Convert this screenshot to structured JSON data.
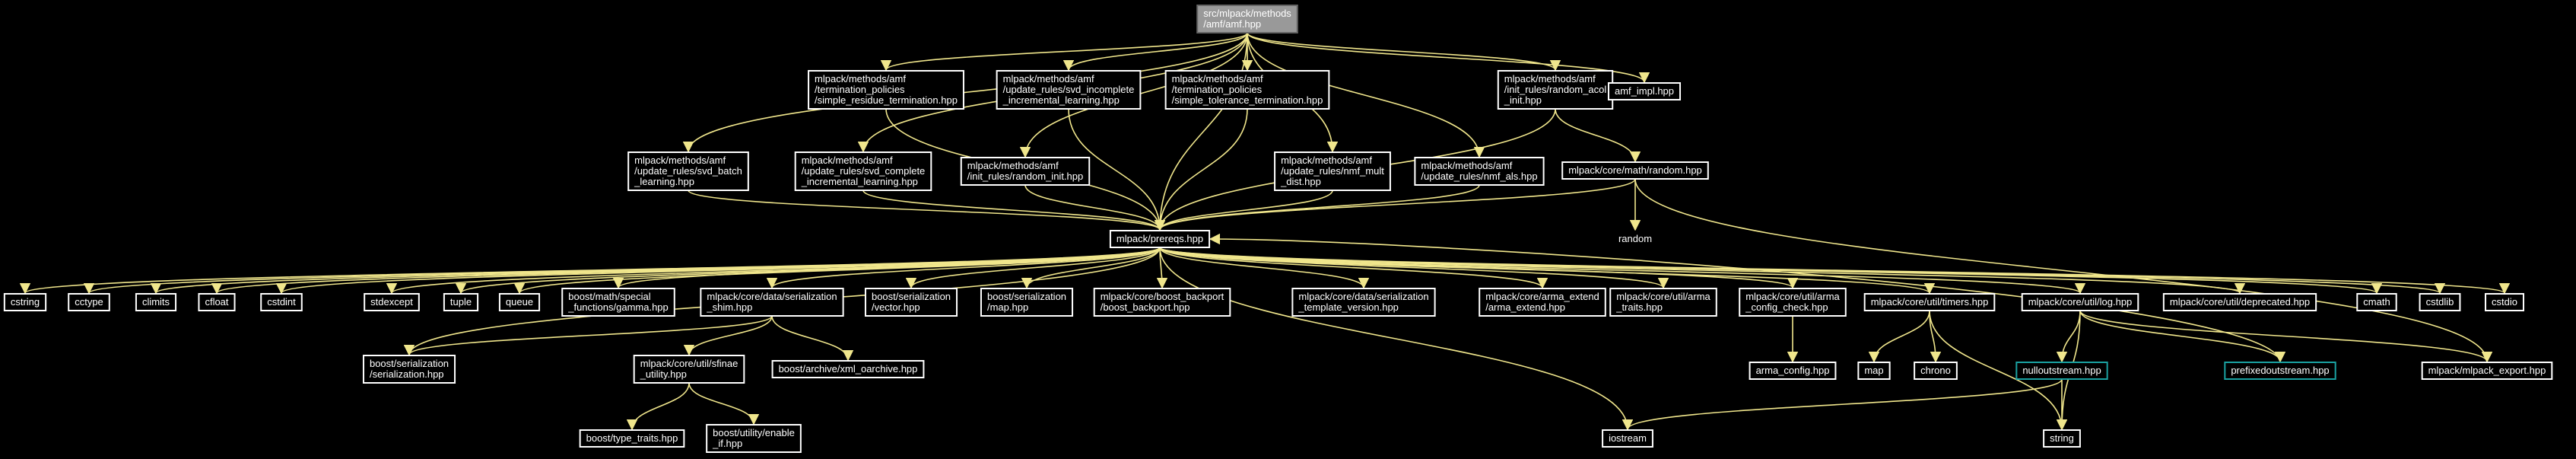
{
  "colors": {
    "background": "#000000",
    "edge": "#f0e68c",
    "node_fill": "#000000",
    "node_text": "#ffffff",
    "root_fill": "#999999",
    "root_border": "#666666",
    "node_border": "#ffffff",
    "highlight_border": "#1aa1a1"
  },
  "nodes": [
    {
      "id": "amf",
      "lines": [
        "src/mlpack/methods",
        "/amf/amf.hpp"
      ],
      "style": "root"
    },
    {
      "id": "sres",
      "lines": [
        "mlpack/methods/amf",
        "/termination_policies",
        "/simple_residue_termination.hpp"
      ]
    },
    {
      "id": "svdinc",
      "lines": [
        "mlpack/methods/amf",
        "/update_rules/svd_incomplete",
        "_incremental_learning.hpp"
      ]
    },
    {
      "id": "stol",
      "lines": [
        "mlpack/methods/amf",
        "/termination_policies",
        "/simple_tolerance_termination.hpp"
      ]
    },
    {
      "id": "racol",
      "lines": [
        "mlpack/methods/amf",
        "/init_rules/random_acol",
        "_init.hpp"
      ]
    },
    {
      "id": "amfimpl",
      "lines": [
        "amf_impl.hpp"
      ]
    },
    {
      "id": "svdbatch",
      "lines": [
        "mlpack/methods/amf",
        "/update_rules/svd_batch",
        "_learning.hpp"
      ]
    },
    {
      "id": "svdcomp",
      "lines": [
        "mlpack/methods/amf",
        "/update_rules/svd_complete",
        "_incremental_learning.hpp"
      ]
    },
    {
      "id": "rinit",
      "lines": [
        "mlpack/methods/amf",
        "/init_rules/random_init.hpp"
      ]
    },
    {
      "id": "nmfmult",
      "lines": [
        "mlpack/methods/amf",
        "/update_rules/nmf_mult",
        "_dist.hpp"
      ]
    },
    {
      "id": "nmfals",
      "lines": [
        "mlpack/methods/amf",
        "/update_rules/nmf_als.hpp"
      ]
    },
    {
      "id": "mrandom",
      "lines": [
        "mlpack/core/math/random.hpp"
      ]
    },
    {
      "id": "prereqs",
      "lines": [
        "mlpack/prereqs.hpp"
      ]
    },
    {
      "id": "random",
      "lines": [
        "random"
      ],
      "style": "plain"
    },
    {
      "id": "cstring",
      "lines": [
        "cstring"
      ]
    },
    {
      "id": "cctype",
      "lines": [
        "cctype"
      ]
    },
    {
      "id": "climits",
      "lines": [
        "climits"
      ]
    },
    {
      "id": "cfloat",
      "lines": [
        "cfloat"
      ]
    },
    {
      "id": "cstdint",
      "lines": [
        "cstdint"
      ]
    },
    {
      "id": "stdexcept",
      "lines": [
        "stdexcept"
      ]
    },
    {
      "id": "tuple",
      "lines": [
        "tuple"
      ]
    },
    {
      "id": "queue",
      "lines": [
        "queue"
      ]
    },
    {
      "id": "gamma",
      "lines": [
        "boost/math/special",
        "_functions/gamma.hpp"
      ]
    },
    {
      "id": "shim",
      "lines": [
        "mlpack/core/data/serialization",
        "_shim.hpp"
      ]
    },
    {
      "id": "bvector",
      "lines": [
        "boost/serialization",
        "/vector.hpp"
      ]
    },
    {
      "id": "bmap",
      "lines": [
        "boost/serialization",
        "/map.hpp"
      ]
    },
    {
      "id": "bback",
      "lines": [
        "mlpack/core/boost_backport",
        "/boost_backport.hpp"
      ]
    },
    {
      "id": "tver",
      "lines": [
        "mlpack/core/data/serialization",
        "_template_version.hpp"
      ]
    },
    {
      "id": "aext",
      "lines": [
        "mlpack/core/arma_extend",
        "/arma_extend.hpp"
      ]
    },
    {
      "id": "atraits",
      "lines": [
        "mlpack/core/util/arma",
        "_traits.hpp"
      ]
    },
    {
      "id": "acfgchk",
      "lines": [
        "mlpack/core/util/arma",
        "_config_check.hpp"
      ]
    },
    {
      "id": "timers",
      "lines": [
        "mlpack/core/util/timers.hpp"
      ]
    },
    {
      "id": "log",
      "lines": [
        "mlpack/core/util/log.hpp"
      ]
    },
    {
      "id": "deprecated",
      "lines": [
        "mlpack/core/util/deprecated.hpp"
      ]
    },
    {
      "id": "cmath",
      "lines": [
        "cmath"
      ]
    },
    {
      "id": "cstdlib",
      "lines": [
        "cstdlib"
      ]
    },
    {
      "id": "cstdio",
      "lines": [
        "cstdio"
      ]
    },
    {
      "id": "bser",
      "lines": [
        "boost/serialization",
        "/serialization.hpp"
      ]
    },
    {
      "id": "sfinae",
      "lines": [
        "mlpack/core/util/sfinae",
        "_utility.hpp"
      ]
    },
    {
      "id": "xmlarch",
      "lines": [
        "boost/archive/xml_oarchive.hpp"
      ]
    },
    {
      "id": "acfg",
      "lines": [
        "arma_config.hpp"
      ]
    },
    {
      "id": "map",
      "lines": [
        "map"
      ]
    },
    {
      "id": "chrono",
      "lines": [
        "chrono"
      ]
    },
    {
      "id": "nullout",
      "lines": [
        "nulloutstream.hpp"
      ],
      "style": "highlight"
    },
    {
      "id": "prefixed",
      "lines": [
        "prefixedoutstream.hpp"
      ],
      "style": "highlight"
    },
    {
      "id": "mexport",
      "lines": [
        "mlpack/mlpack_export.hpp"
      ]
    },
    {
      "id": "typetraits",
      "lines": [
        "boost/type_traits.hpp"
      ]
    },
    {
      "id": "enableif",
      "lines": [
        "boost/utility/enable",
        "_if.hpp"
      ]
    },
    {
      "id": "iostream",
      "lines": [
        "iostream"
      ]
    },
    {
      "id": "string",
      "lines": [
        "string"
      ]
    }
  ],
  "edges": [
    [
      "amf",
      "sres"
    ],
    [
      "amf",
      "svdinc"
    ],
    [
      "amf",
      "stol"
    ],
    [
      "amf",
      "racol"
    ],
    [
      "amf",
      "amfimpl"
    ],
    [
      "amf",
      "svdbatch"
    ],
    [
      "amf",
      "svdcomp"
    ],
    [
      "amf",
      "rinit"
    ],
    [
      "amf",
      "nmfmult"
    ],
    [
      "amf",
      "nmfals"
    ],
    [
      "amf",
      "prereqs"
    ],
    [
      "sres",
      "prereqs"
    ],
    [
      "svdinc",
      "prereqs"
    ],
    [
      "stol",
      "prereqs"
    ],
    [
      "racol",
      "prereqs"
    ],
    [
      "racol",
      "mrandom"
    ],
    [
      "svdbatch",
      "prereqs"
    ],
    [
      "svdcomp",
      "prereqs"
    ],
    [
      "rinit",
      "prereqs"
    ],
    [
      "nmfmult",
      "prereqs"
    ],
    [
      "nmfals",
      "prereqs"
    ],
    [
      "mrandom",
      "prereqs"
    ],
    [
      "mrandom",
      "random"
    ],
    [
      "mrandom",
      "mexport"
    ],
    [
      "prereqs",
      "cstring"
    ],
    [
      "prereqs",
      "cctype"
    ],
    [
      "prereqs",
      "climits"
    ],
    [
      "prereqs",
      "cfloat"
    ],
    [
      "prereqs",
      "cstdint"
    ],
    [
      "prereqs",
      "stdexcept"
    ],
    [
      "prereqs",
      "tuple"
    ],
    [
      "prereqs",
      "queue"
    ],
    [
      "prereqs",
      "gamma"
    ],
    [
      "prereqs",
      "shim"
    ],
    [
      "prereqs",
      "bvector"
    ],
    [
      "prereqs",
      "bmap"
    ],
    [
      "prereqs",
      "bback"
    ],
    [
      "prereqs",
      "tver"
    ],
    [
      "prereqs",
      "aext"
    ],
    [
      "prereqs",
      "atraits"
    ],
    [
      "prereqs",
      "acfgchk"
    ],
    [
      "prereqs",
      "timers"
    ],
    [
      "prereqs",
      "log"
    ],
    [
      "prereqs",
      "deprecated"
    ],
    [
      "prereqs",
      "cmath"
    ],
    [
      "prereqs",
      "cstdlib"
    ],
    [
      "prereqs",
      "cstdio"
    ],
    [
      "prereqs",
      "bser"
    ],
    [
      "prereqs",
      "iostream"
    ],
    [
      "shim",
      "bser"
    ],
    [
      "shim",
      "sfinae"
    ],
    [
      "shim",
      "xmlarch"
    ],
    [
      "sfinae",
      "typetraits"
    ],
    [
      "sfinae",
      "enableif"
    ],
    [
      "acfgchk",
      "acfg"
    ],
    [
      "timers",
      "map"
    ],
    [
      "timers",
      "chrono"
    ],
    [
      "timers",
      "string"
    ],
    [
      "log",
      "nullout"
    ],
    [
      "log",
      "prefixed"
    ],
    [
      "log",
      "mexport"
    ],
    [
      "log",
      "string"
    ],
    [
      "nullout",
      "iostream"
    ],
    [
      "nullout",
      "string"
    ],
    [
      "prefixed",
      "prereqs"
    ]
  ]
}
